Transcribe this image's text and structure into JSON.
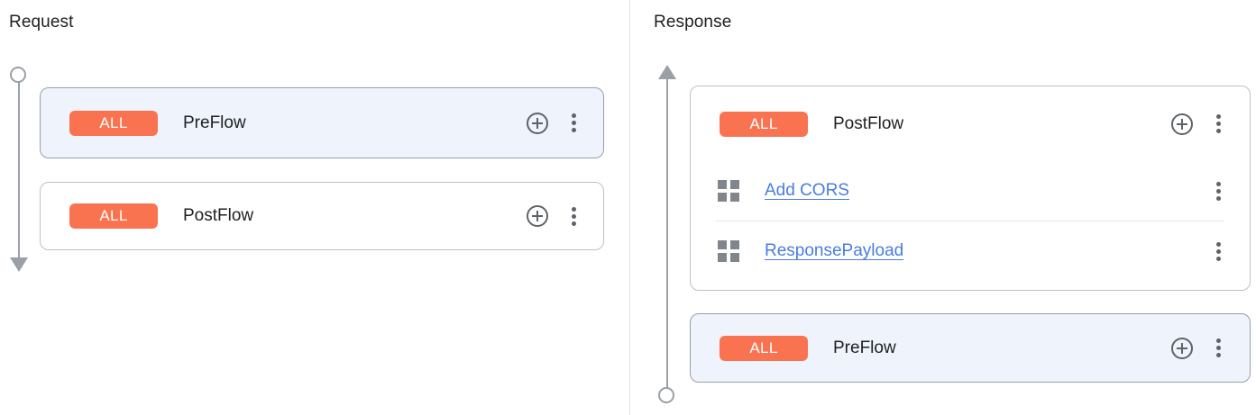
{
  "panels": [
    {
      "id": "request",
      "title": "Request",
      "rail": {
        "direction": "down",
        "start_marker": "circle",
        "end_marker": "arrow"
      },
      "cards": [
        {
          "id": "req-card-preflow",
          "selected": true,
          "header": {
            "badge": "ALL",
            "name": "PreFlow",
            "add_icon": "plus-circle-icon",
            "menu_icon": "more-vert-icon"
          },
          "policies": []
        },
        {
          "id": "req-card-postflow",
          "selected": false,
          "header": {
            "badge": "ALL",
            "name": "PostFlow",
            "add_icon": "plus-circle-icon",
            "menu_icon": "more-vert-icon"
          },
          "policies": []
        }
      ]
    },
    {
      "id": "response",
      "title": "Response",
      "rail": {
        "direction": "up",
        "start_marker": "arrow",
        "end_marker": "circle"
      },
      "cards": [
        {
          "id": "res-card-postflow",
          "selected": false,
          "header": {
            "badge": "ALL",
            "name": "PostFlow",
            "add_icon": "plus-circle-icon",
            "menu_icon": "more-vert-icon"
          },
          "policies": [
            {
              "drag_icon": "drag-grid-icon",
              "label": "Add CORS",
              "menu_icon": "more-vert-icon"
            },
            {
              "drag_icon": "drag-grid-icon",
              "label": "ResponsePayload",
              "menu_icon": "more-vert-icon"
            }
          ]
        },
        {
          "id": "res-card-preflow",
          "selected": true,
          "header": {
            "badge": "ALL",
            "name": "PreFlow",
            "add_icon": "plus-circle-icon",
            "menu_icon": "more-vert-icon"
          },
          "policies": []
        }
      ]
    }
  ],
  "colors": {
    "badge_background": "#fa7350",
    "badge_text": "#ffffff",
    "selected_card_background": "#eef3fc",
    "card_border": "#bdc1c6",
    "link": "#4a7ce0",
    "rail": "#9aa0a6",
    "divider": "#e2e3e5",
    "icon": "#5f6368",
    "drag_handle": "#80868b"
  }
}
